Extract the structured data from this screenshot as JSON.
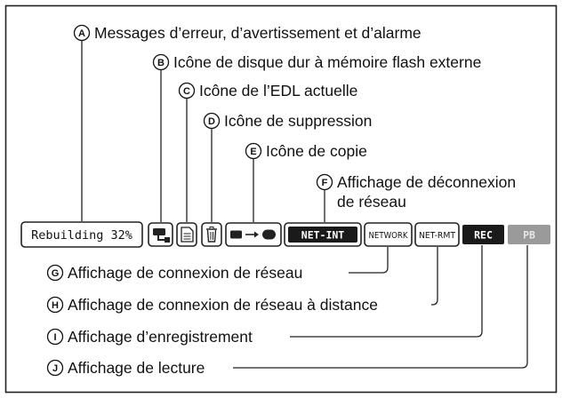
{
  "annotations": {
    "A": {
      "letter": "A",
      "text": "Messages d’erreur, d’avertissement et d’alarme"
    },
    "B": {
      "letter": "B",
      "text": "Icône de disque dur à mémoire flash externe"
    },
    "C": {
      "letter": "C",
      "text": "Icône de l’EDL actuelle"
    },
    "D": {
      "letter": "D",
      "text": "Icône de suppression"
    },
    "E": {
      "letter": "E",
      "text": "Icône de copie"
    },
    "F": {
      "letter": "F",
      "line1": "Affichage de déconnexion",
      "line2": "de réseau"
    },
    "G": {
      "letter": "G",
      "text": "Affichage de connexion de réseau"
    },
    "H": {
      "letter": "H",
      "text": "Affichage de connexion de réseau à distance"
    },
    "I": {
      "letter": "I",
      "text": "Affichage d’enregistrement"
    },
    "J": {
      "letter": "J",
      "text": "Affichage de lecture"
    }
  },
  "status_bar": {
    "message": "Rebuilding 32%",
    "net_int": "NET-INT",
    "network": "NETWORK",
    "net_rmt": "NET-RMT",
    "rec": "REC",
    "pb": "PB"
  },
  "colors": {
    "badge_dark": "#1a1a1a",
    "badge_gray": "#9a9a9a",
    "line": "#222222"
  }
}
